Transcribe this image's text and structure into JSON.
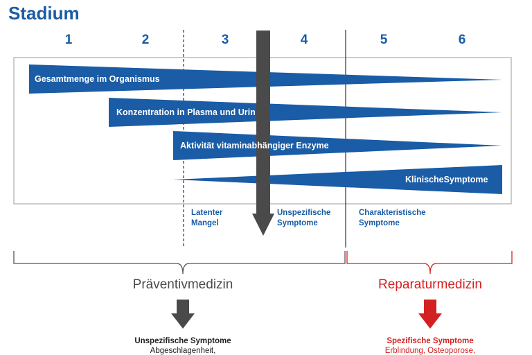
{
  "title": "Stadium",
  "stages": [
    "1",
    "2",
    "3",
    "4",
    "5",
    "6"
  ],
  "wedges": [
    "Gesamtmenge im Organismus",
    "Konzentration in Plasma und Urin",
    "Aktivität vitaminabhängiger Enzyme",
    "KlinischeSymptome"
  ],
  "phases": {
    "latent": [
      "Latenter",
      "Mangel"
    ],
    "unspecific": [
      "Unspezifische",
      "Symptome"
    ],
    "characteristic": [
      "Charakteristische",
      "Symptome"
    ]
  },
  "brackets": {
    "preventive": "Präventivmedizin",
    "repair": "Reparaturmedizin"
  },
  "consequences": {
    "preventive": {
      "heading": "Unspezifische Symptome",
      "detail": "Abgeschlagenheit,"
    },
    "repair": {
      "heading": "Spezifische Symptome",
      "detail": "Erblindung, Osteoporose,"
    }
  },
  "colors": {
    "blue": "#1a5ca6",
    "grey": "#4a4a4a",
    "red": "#d42020"
  }
}
